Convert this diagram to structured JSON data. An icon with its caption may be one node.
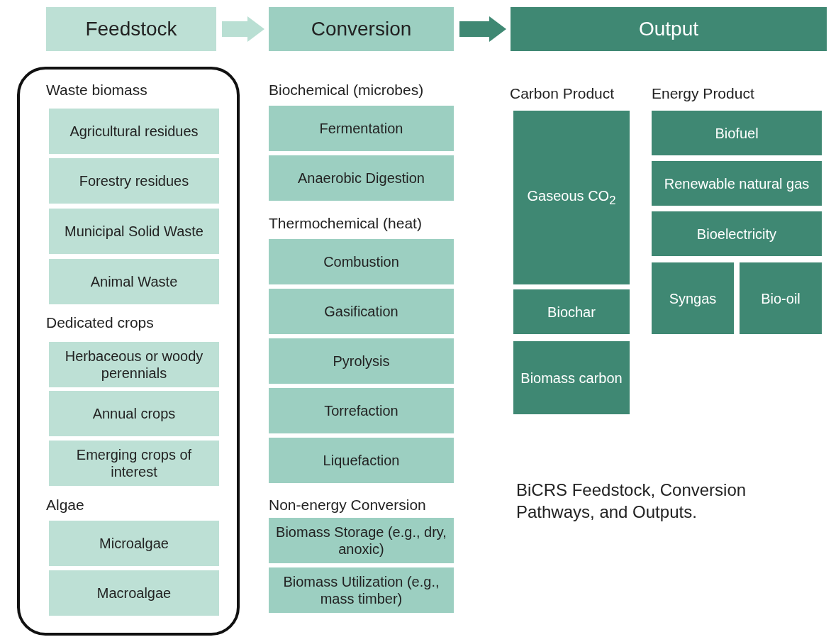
{
  "diagram": {
    "caption": "BiCRS Feedstock, Conversion Pathways, and Outputs.",
    "nodes": [
      {
        "text": [
          "Feedstock"
        ]
      },
      {
        "text": [
          "Conversion"
        ]
      },
      {
        "text": [
          "Output"
        ]
      },
      {
        "text": [],
        "shape": "box"
      },
      {
        "text": [
          "Agricultural residues"
        ],
        "in": 3
      },
      {
        "text": [
          "Forestry residues"
        ],
        "in": 3
      },
      {
        "text": [
          "Municipal Solid Waste"
        ],
        "in": 3
      },
      {
        "text": [
          "Animal Waste"
        ],
        "in": 3
      },
      {
        "text": [
          "Herbaceous or woody perennials"
        ],
        "in": 3
      },
      {
        "text": [
          "Annual crops"
        ],
        "in": 3
      },
      {
        "text": [
          "Emerging crops of interest"
        ],
        "in": 3
      },
      {
        "text": [
          "Microalgae"
        ],
        "in": 3
      },
      {
        "text": [
          "Macroalgae"
        ],
        "in": 3
      },
      {
        "text": [
          "Fermentation"
        ]
      },
      {
        "text": [
          "Anaerobic Digestion"
        ]
      },
      {
        "text": [
          "Combustion"
        ]
      },
      {
        "text": [
          "Gasification"
        ]
      },
      {
        "text": [
          "Pyrolysis"
        ]
      },
      {
        "text": [
          "Torrefaction"
        ]
      },
      {
        "text": [
          "Liquefaction"
        ]
      },
      {
        "text": [
          "Biomass Storage (e.g., dry, anoxic)"
        ]
      },
      {
        "text": [
          "Biomass Utilization (e.g., mass timber)"
        ]
      },
      {
        "text": [
          "Gaseous CO$_{2}$"
        ]
      },
      {
        "text": [
          "Biochar"
        ]
      },
      {
        "text": [
          "Biomass carbon"
        ]
      },
      {
        "text": [
          "Biofuel"
        ]
      },
      {
        "text": [
          "Renewable natural gas"
        ]
      },
      {
        "text": [
          "Bioelectricity"
        ]
      },
      {
        "text": [
          "Syngas"
        ]
      },
      {
        "text": [
          "Bio-oil"
        ]
      }
    ],
    "edges": [
      {
        "from": 0,
        "to": 1,
        "arrow": "to",
        "color": "#b9dfd3"
      },
      {
        "from": 1,
        "to": 2,
        "arrow": "to",
        "color": "#3f8873"
      }
    ],
    "labels": [
      "Waste biomass",
      "Biochemical (microbes)",
      "Carbon Product",
      "Energy Product",
      "Thermochemical (heat)",
      "Dedicated crops",
      "Algae",
      "Non-energy Conversion"
    ]
  }
}
